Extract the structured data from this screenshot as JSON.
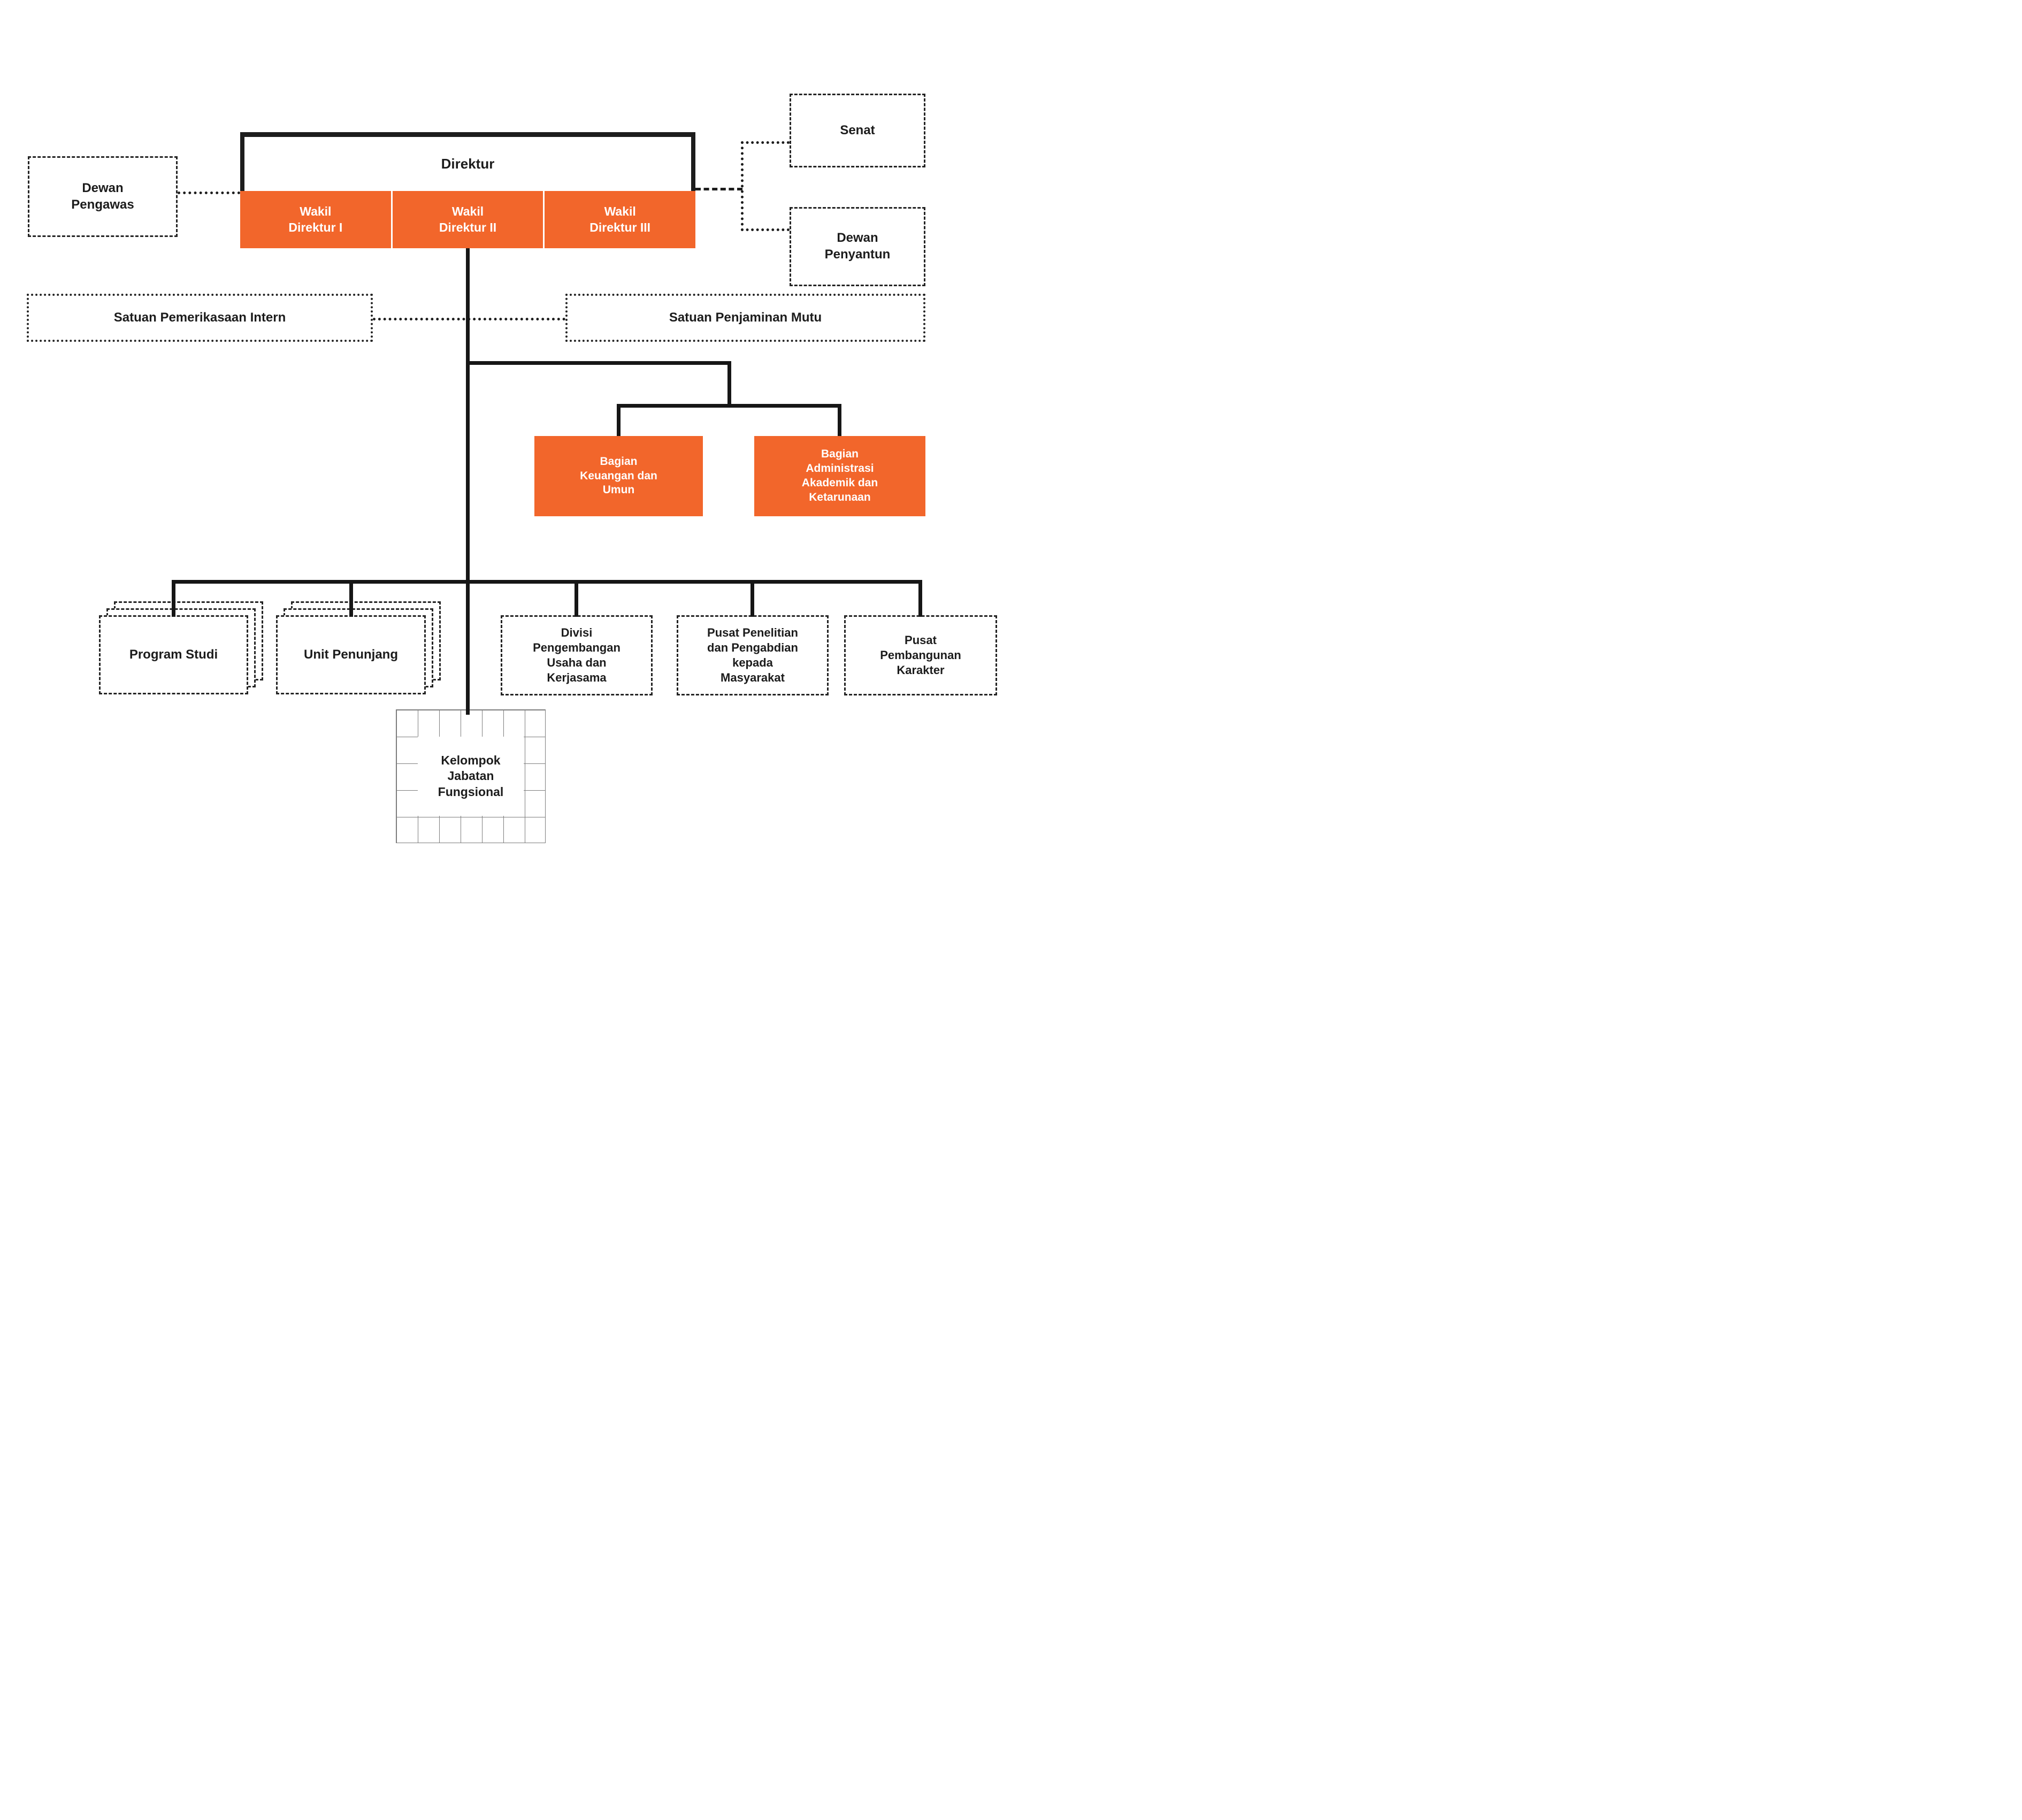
{
  "colors": {
    "accent_orange": "#F2662B",
    "line_black": "#1D1D1D",
    "grid_gray": "#7D7D7D",
    "background": "#FFFFFF"
  },
  "org": {
    "direktur": "Direktur",
    "wakil_1": "Wakil\nDirektur I",
    "wakil_2": "Wakil\nDirektur II",
    "wakil_3": "Wakil\nDirektur III",
    "dewan_pengawas": "Dewan\nPengawas",
    "senat": "Senat",
    "dewan_penyantun": "Dewan\nPenyantun",
    "satuan_pemeriksaan_intern": "Satuan Pemerikasaan Intern",
    "satuan_penjaminan_mutu": "Satuan Penjaminan Mutu",
    "bagian_keuangan": "Bagian\nKeuangan dan\nUmun",
    "bagian_administrasi": "Bagian\nAdministrasi\nAkademik dan\nKetarunaan",
    "program_studi": "Program Studi",
    "unit_penunjang": "Unit Penunjang",
    "divisi_pengembangan": "Divisi\nPengembangan\nUsaha dan\nKerjasama",
    "pusat_penelitian": "Pusat Penelitian\ndan Pengabdian\nkepada\nMasyarakat",
    "pusat_pembangunan_karakter": "Pusat\nPembangunan\nKarakter",
    "kelompok_jabatan_fungsional": "Kelompok\nJabatan\nFungsional"
  }
}
